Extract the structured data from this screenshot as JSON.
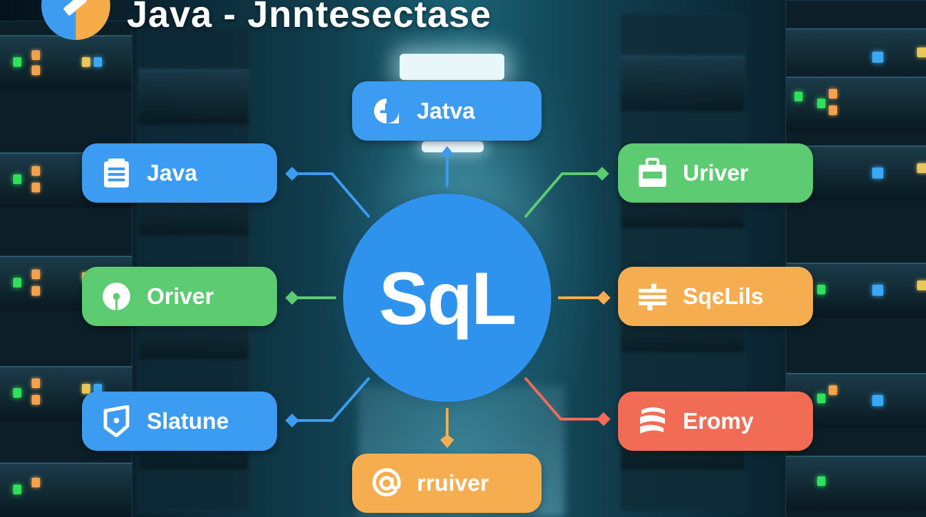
{
  "header": {
    "title": "Java - Jnntesectase",
    "logo_icon": "java-logo-icon"
  },
  "hub": {
    "label": "SqL",
    "color": "#2f93ee"
  },
  "nodes": [
    {
      "id": "top",
      "label": "Jatva",
      "icon": "clock-icon",
      "color": "#3c9cf2"
    },
    {
      "id": "left-1",
      "label": "Java",
      "icon": "document-list-icon",
      "color": "#3c9cf2"
    },
    {
      "id": "left-2",
      "label": "Oriver",
      "icon": "keyhole-icon",
      "color": "#5ccb72"
    },
    {
      "id": "left-3",
      "label": "Slatune",
      "icon": "shield-icon",
      "color": "#3c9cf2"
    },
    {
      "id": "bottom",
      "label": "rruiver",
      "icon": "at-sign-icon",
      "color": "#f6ad50"
    },
    {
      "id": "right-1",
      "label": "Uriver",
      "icon": "briefcase-icon",
      "color": "#5ccb72"
    },
    {
      "id": "right-2",
      "label": "SqєLils",
      "icon": "sliders-icon",
      "color": "#f6ad50"
    },
    {
      "id": "right-3",
      "label": "Eromy",
      "icon": "stack-s-icon",
      "color": "#f26c55"
    }
  ],
  "colors": {
    "blue": "#3c9cf2",
    "green": "#5ccb72",
    "orange": "#f6ad50",
    "red": "#f26c55",
    "background": "#0a1d27"
  }
}
